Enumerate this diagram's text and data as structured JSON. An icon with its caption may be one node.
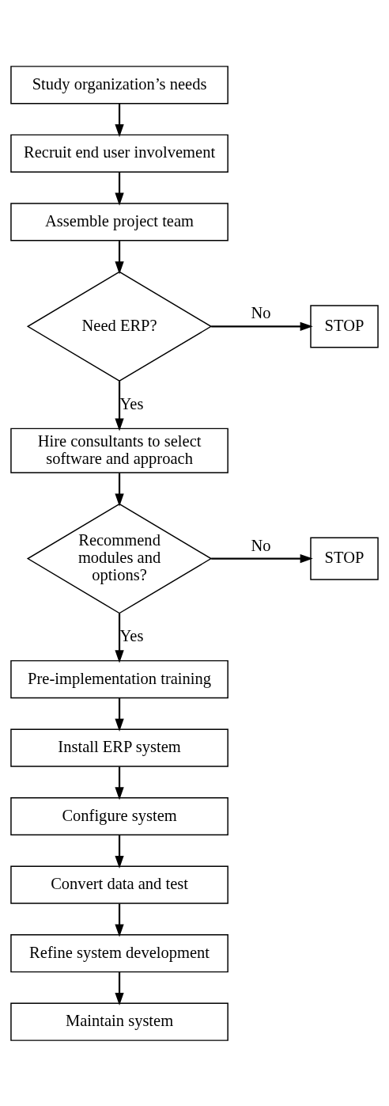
{
  "diagram": {
    "nodes": [
      {
        "text": [
          "Study organization’s needs"
        ]
      },
      {
        "text": [
          "Recruit end user involvement"
        ]
      },
      {
        "text": [
          "Assemble project team"
        ]
      },
      {
        "text": [
          "Need ERP?"
        ]
      },
      {
        "text": [
          "STOP"
        ]
      },
      {
        "text": [
          "Hire consultants to select software and approach"
        ]
      },
      {
        "text": [
          "Recommend modules and options?"
        ]
      },
      {
        "text": [
          "STOP"
        ]
      },
      {
        "text": [
          "Pre-implementation training"
        ]
      },
      {
        "text": [
          "Install ERP system"
        ]
      },
      {
        "text": [
          "Configure system"
        ]
      },
      {
        "text": [
          "Convert data and test"
        ]
      },
      {
        "text": [
          "Refine system development"
        ]
      },
      {
        "text": [
          "Maintain system"
        ]
      }
    ],
    "edges": [
      {
        "from": 0,
        "to": 1,
        "arrow": "to"
      },
      {
        "from": 1,
        "to": 2,
        "arrow": "to"
      },
      {
        "from": 2,
        "to": 3,
        "arrow": "to"
      },
      {
        "from": 3,
        "to": 4,
        "arrow": "to",
        "label": "No"
      },
      {
        "from": 3,
        "to": 5,
        "arrow": "to",
        "label": "Yes"
      },
      {
        "from": 5,
        "to": 6,
        "arrow": "to"
      },
      {
        "from": 6,
        "to": 7,
        "arrow": "to",
        "label": "No"
      },
      {
        "from": 6,
        "to": 8,
        "arrow": "to",
        "label": "Yes"
      },
      {
        "from": 8,
        "to": 9,
        "arrow": "to"
      },
      {
        "from": 9,
        "to": 10,
        "arrow": "to"
      },
      {
        "from": 10,
        "to": 11,
        "arrow": "to"
      },
      {
        "from": 11,
        "to": 12,
        "arrow": "to"
      },
      {
        "from": 12,
        "to": 13,
        "arrow": "to"
      }
    ]
  }
}
